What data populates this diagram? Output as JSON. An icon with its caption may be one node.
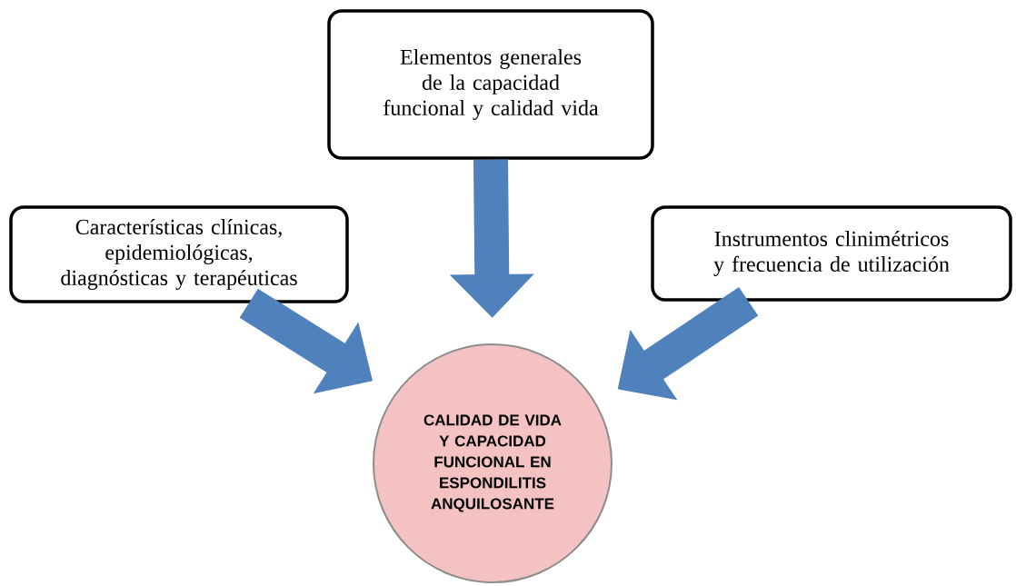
{
  "diagram": {
    "nodes": [
      {
        "text": [
          "Características clínicas, epidemiológicas, diagnósticas y terapéuticas"
        ]
      },
      {
        "text": [
          "Elementos generales de la capacidad funcional y calidad vida"
        ]
      },
      {
        "text": [
          "Instrumentos clinimétricos y frecuencia de utilización"
        ]
      },
      {
        "text": [
          "CALIDAD DE VIDA Y CAPACIDAD FUNCIONAL EN ESPONDILITIS ANQUILOSANTE"
        ]
      }
    ],
    "edges": [
      {
        "from": 0,
        "to": 3,
        "arrow": "to"
      },
      {
        "from": 1,
        "to": 3,
        "arrow": "to"
      },
      {
        "from": 2,
        "to": 3,
        "arrow": "to"
      }
    ]
  }
}
